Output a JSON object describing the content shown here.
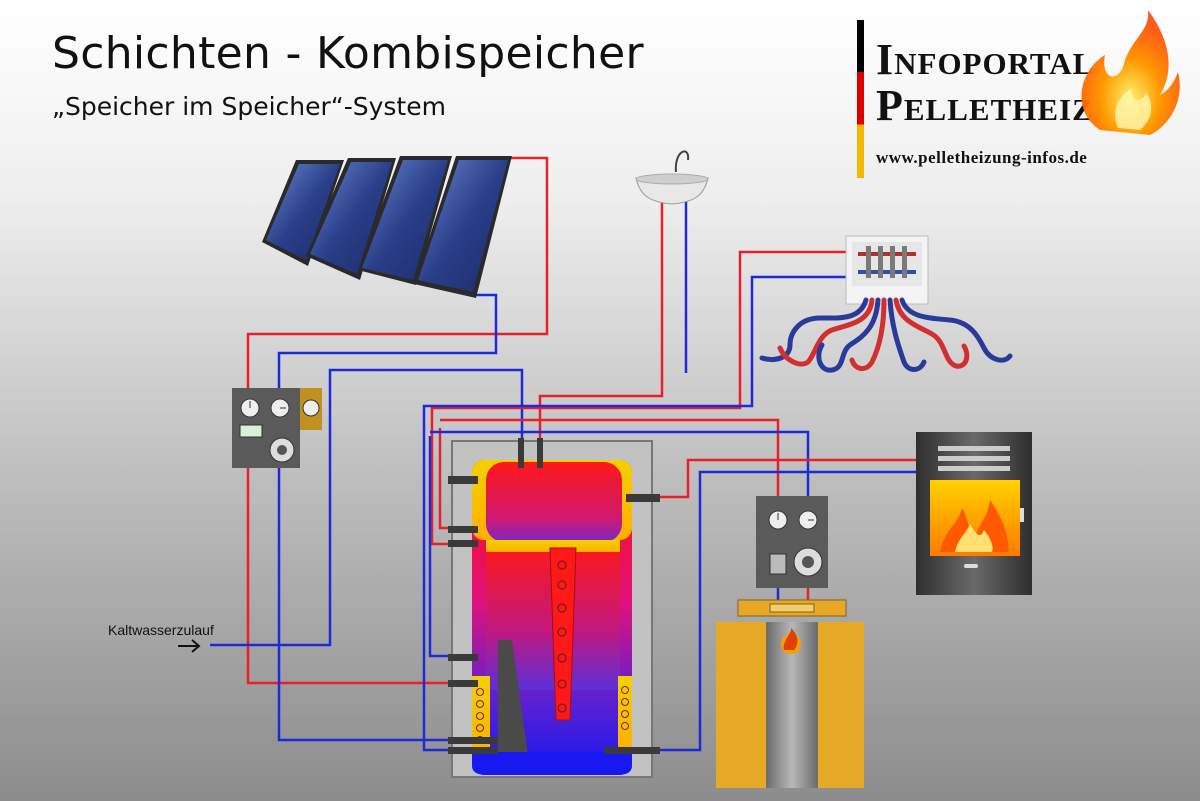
{
  "title": "Schichten - Kombispeicher",
  "subtitle": "„Speicher im Speicher“-System",
  "logo": {
    "line1": "Infoportal",
    "line2": "Pelletheizung",
    "url": "www.pelletheizung-infos.de"
  },
  "labels": {
    "cold_water_inlet": "Kaltwasserzulauf"
  },
  "colors": {
    "hot_pipe": "#e8202a",
    "cold_pipe": "#1e2ad8",
    "tank_yellow": "#f2c400",
    "boiler_gold": "#e8a828",
    "stove_gray": "#4a4a4a"
  },
  "icons": {
    "solar_collector": "solar-panel-icon",
    "sink": "sink-icon",
    "distributor": "floor-heating-distributor-icon",
    "stove": "stove-icon",
    "boiler": "pellet-boiler-icon",
    "pump_station": "pump-station-icon"
  }
}
